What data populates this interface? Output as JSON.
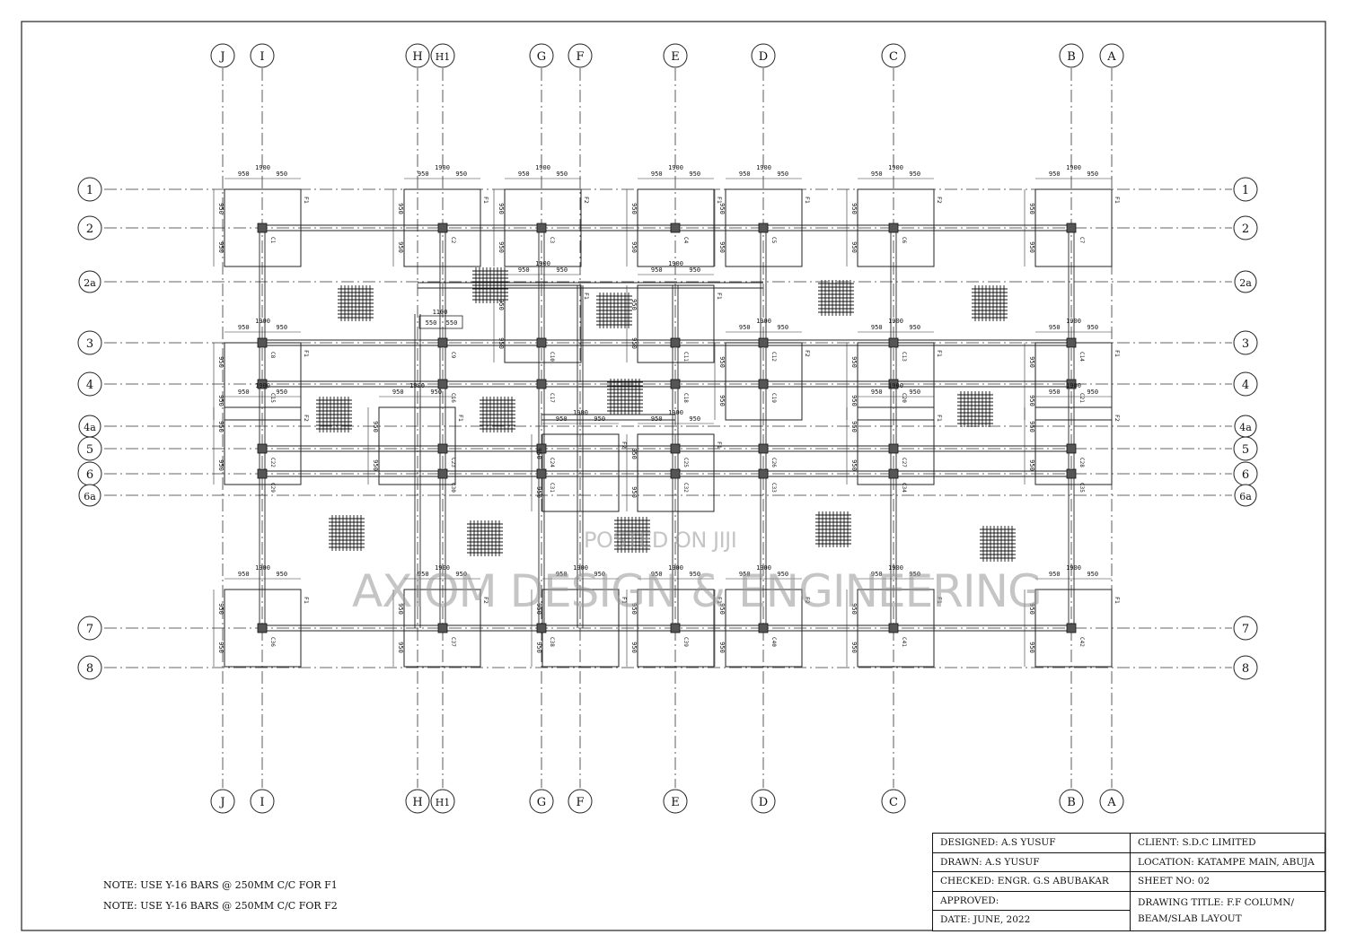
{
  "grid": {
    "columns": [
      "J",
      "I",
      "H",
      "H1",
      "G",
      "F",
      "E",
      "D",
      "C",
      "B",
      "A"
    ],
    "rows": [
      "1",
      "2",
      "2a",
      "3",
      "4",
      "4a",
      "5",
      "6",
      "6a",
      "7",
      "8"
    ]
  },
  "dimensions": {
    "span_label": "1900",
    "half_label": "950",
    "small_label": "550",
    "mid_label": "1100",
    "col_label_prefix": "C"
  },
  "footing_labels": {
    "f1": "F1",
    "f2": "F2"
  },
  "notes": [
    "NOTE: USE Y-16 BARS @ 250MM C/C FOR F1",
    "NOTE: USE Y-16 BARS @ 250MM C/C FOR F2"
  ],
  "title_block": {
    "designed": "DESIGNED: A.S YUSUF",
    "drawn": "DRAWN: A.S YUSUF",
    "checked": "CHECKED: ENGR. G.S ABUBAKAR",
    "approved": "APPROVED:",
    "date": "DATE: JUNE, 2022",
    "client": "CLIENT: S.D.C LIMITED",
    "location": "LOCATION: KATAMPE MAIN, ABUJA",
    "sheet_no": "SHEET NO: 02",
    "drawing_title_line1": "DRAWING TITLE: F.F COLUMN/",
    "drawing_title_line2": "BEAM/SLAB LAYOUT"
  },
  "watermarks": {
    "small": "POSTED ON JIJI",
    "large": "AXIOM DESIGN & ENGINEERING"
  }
}
